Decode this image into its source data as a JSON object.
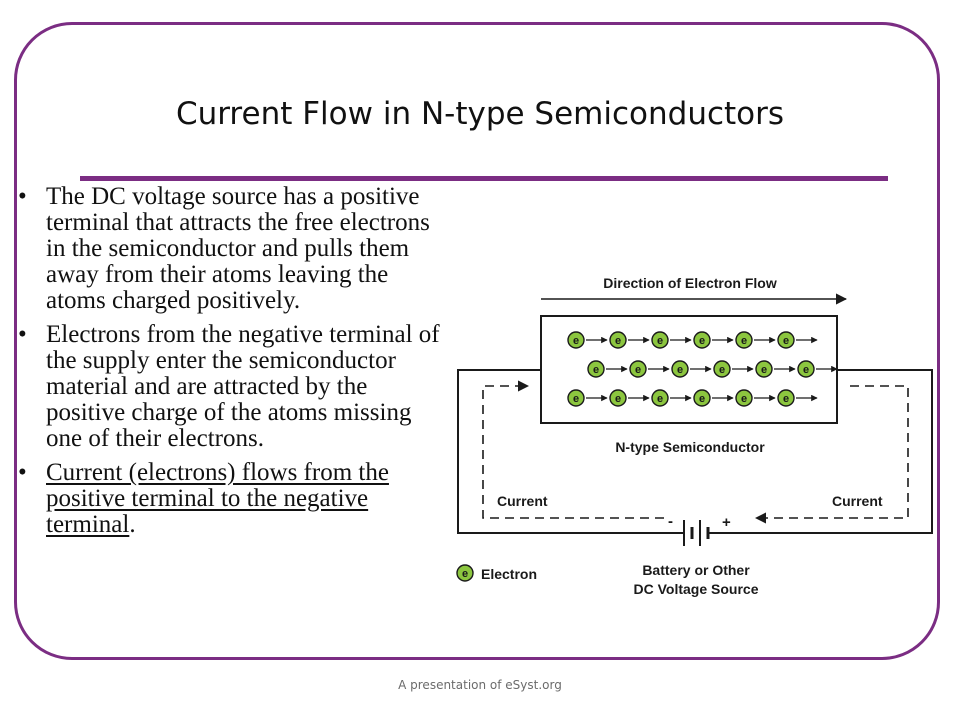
{
  "slide": {
    "title": "Current Flow in N-type Semiconductors",
    "footer": "A presentation of eSyst.org"
  },
  "bullets": [
    {
      "text": "The DC voltage source has a positive terminal that attracts the free electrons in the semiconductor and pulls them away from their atoms leaving the atoms charged positively."
    },
    {
      "text": "Electrons from the negative terminal of the supply enter the semiconductor material and are attracted by the positive charge of the atoms missing one of their electrons."
    },
    {
      "underlined": "Current (electrons) flows from the positive terminal to the negative terminal",
      "suffix": "."
    }
  ],
  "diagram": {
    "electron_flow_label": "Direction of Electron Flow",
    "semiconductor_label": "N-type Semiconductor",
    "current_left": "Current",
    "current_right": "Current",
    "minus_sign": "-",
    "plus_sign": "+",
    "battery_label_line1": "Battery or Other",
    "battery_label_line2": "DC Voltage Source",
    "legend_symbol": "e",
    "legend_label": "Electron",
    "electron_symbol": "e",
    "colors": {
      "electron_fill": "#8cc63f",
      "frame": "#7b2d83"
    }
  }
}
